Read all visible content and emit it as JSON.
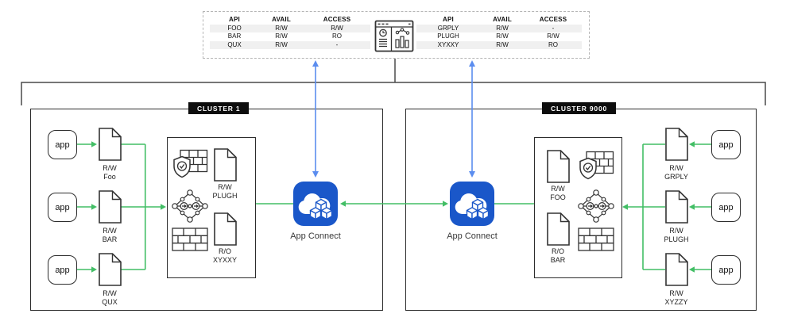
{
  "monitor_panel": {
    "left_table": {
      "headers": {
        "api": "API",
        "avail": "AVAIL",
        "access": "ACCESS"
      },
      "rows": [
        {
          "api": "FOO",
          "avail": "R/W",
          "access": "R/W"
        },
        {
          "api": "BAR",
          "avail": "R/W",
          "access": "RO"
        },
        {
          "api": "QUX",
          "avail": "R/W",
          "access": "-"
        }
      ]
    },
    "right_table": {
      "headers": {
        "api": "API",
        "avail": "AVAIL",
        "access": "ACCESS"
      },
      "rows": [
        {
          "api": "GRPLY",
          "avail": "R/W",
          "access": "-"
        },
        {
          "api": "PLUGH",
          "avail": "R/W",
          "access": "R/W"
        },
        {
          "api": "XYXXY",
          "avail": "R/W",
          "access": "RO"
        }
      ]
    }
  },
  "cluster1": {
    "label": "CLUSTER 1",
    "apps": [
      "app",
      "app",
      "app"
    ],
    "docs": [
      {
        "perm": "R/W",
        "name": "Foo"
      },
      {
        "perm": "R/W",
        "name": "BAR"
      },
      {
        "perm": "R/W",
        "name": "QUX"
      }
    ],
    "gateway_docs": [
      {
        "perm": "R/W",
        "name": "PLUGH"
      },
      {
        "perm": "R/O",
        "name": "XYXXY"
      }
    ],
    "app_connect": "App Connect"
  },
  "cluster2": {
    "label": "CLUSTER 9000",
    "apps": [
      "app",
      "app",
      "app"
    ],
    "docs": [
      {
        "perm": "R/W",
        "name": "GRPLY"
      },
      {
        "perm": "R/W",
        "name": "PLUGH"
      },
      {
        "perm": "R/W",
        "name": "XYZZY"
      }
    ],
    "gateway_docs": [
      {
        "perm": "R/W",
        "name": "FOO"
      },
      {
        "perm": "R/O",
        "name": "BAR"
      }
    ],
    "app_connect": "App Connect"
  },
  "colors": {
    "green": "#42be65",
    "blue": "#5b8def",
    "acblue": "#1a57c9"
  }
}
